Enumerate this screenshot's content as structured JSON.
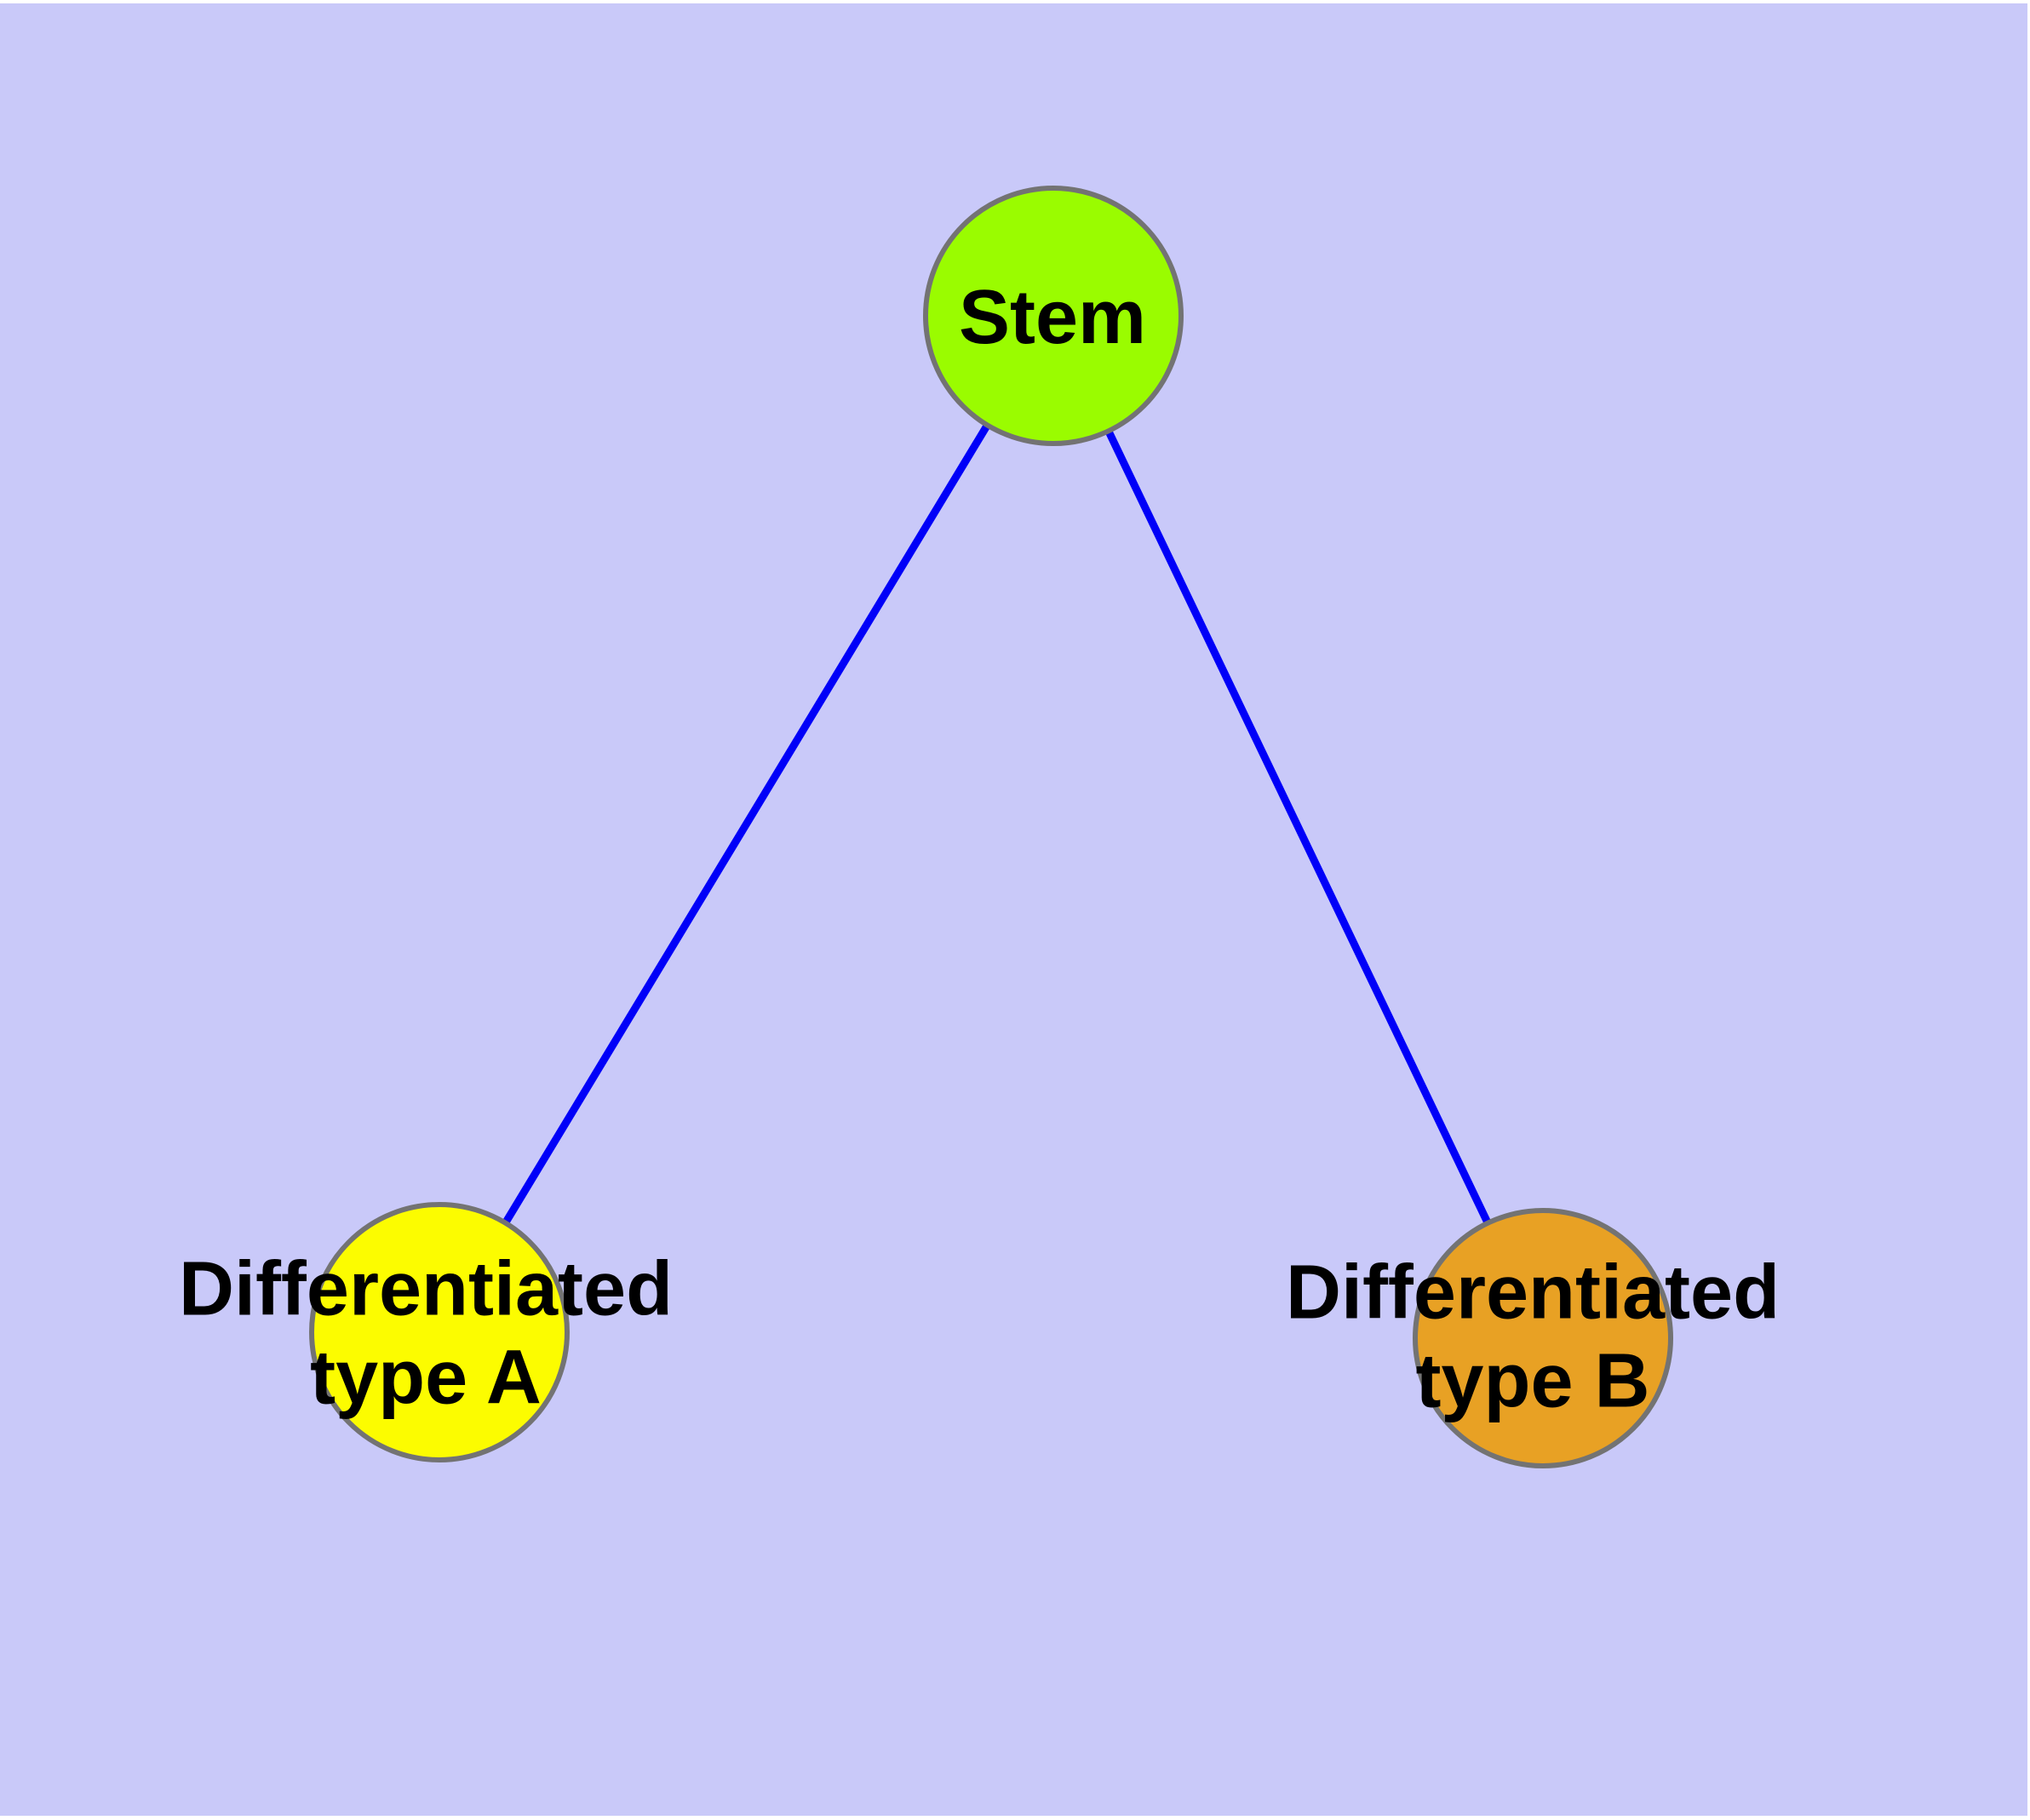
{
  "diagram": {
    "type": "graph",
    "background_color": "#c9c9f9",
    "margin_color": "#ffffff",
    "edge_color": "#0000f8",
    "node_outline_color": "#737373",
    "text_color": "#000000",
    "nodes": {
      "stem": {
        "label": "Stem",
        "fill": "#9afc00"
      },
      "type_a": {
        "label_line1": "Differentiated",
        "label_line2": "type A",
        "fill": "#fcfc00"
      },
      "type_b": {
        "label_line1": "Differentiated",
        "label_line2": "type B",
        "fill": "#e8a124"
      }
    },
    "edges": [
      {
        "from": "Stem",
        "to": "Differentiated type A"
      },
      {
        "from": "Stem",
        "to": "Differentiated type B"
      }
    ]
  }
}
